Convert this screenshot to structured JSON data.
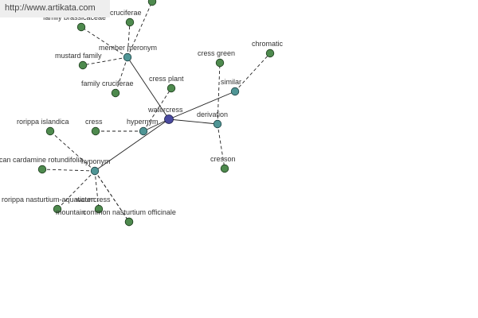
{
  "header": {
    "watermark": "http://www.artikata.com"
  },
  "graph": {
    "center": {
      "id": "watercress",
      "label": "watercress"
    },
    "relations": [
      {
        "id": "member_meronym",
        "label": "member meronym"
      },
      {
        "id": "hypernym",
        "label": "hypernym"
      },
      {
        "id": "hyponym",
        "label": "hyponym"
      },
      {
        "id": "derivation",
        "label": "derivation"
      },
      {
        "id": "similar",
        "label": "similar"
      }
    ],
    "leaves": [
      {
        "id": "cruciferae",
        "label": "cruciferae"
      },
      {
        "id": "family_brassicaceae",
        "label": "family brassicaceae"
      },
      {
        "id": "mustard_family",
        "label": "mustard family"
      },
      {
        "id": "family_cruciferae",
        "label": "family cruciferae"
      },
      {
        "id": "top_node",
        "label": ""
      },
      {
        "id": "cress_plant",
        "label": "cress plant"
      },
      {
        "id": "cress",
        "label": "cress"
      },
      {
        "id": "rorippa_islandica",
        "label": "rorippa islandica"
      },
      {
        "id": "cardamine_rotundifolia",
        "label": "can cardamine rotundifolia"
      },
      {
        "id": "rorippa_nasturtium",
        "label": "rorippa nasturtium-aquaticum"
      },
      {
        "id": "watercress_leaf",
        "label": "watercress"
      },
      {
        "id": "mountain",
        "label": "mountain"
      },
      {
        "id": "common_nasturtium",
        "label": "common nasturtium officinale"
      },
      {
        "id": "cress_green",
        "label": "cress green"
      },
      {
        "id": "cresson",
        "label": "cresson"
      },
      {
        "id": "chromatic",
        "label": "chromatic"
      }
    ],
    "edges": [
      {
        "from": "watercress",
        "to": "member_meronym",
        "style": "solid"
      },
      {
        "from": "watercress",
        "to": "hypernym",
        "style": "solid"
      },
      {
        "from": "watercress",
        "to": "hyponym",
        "style": "solid"
      },
      {
        "from": "watercress",
        "to": "derivation",
        "style": "solid"
      },
      {
        "from": "watercress",
        "to": "similar",
        "style": "solid"
      },
      {
        "from": "member_meronym",
        "to": "cruciferae",
        "style": "dashed"
      },
      {
        "from": "member_meronym",
        "to": "family_brassicaceae",
        "style": "dashed"
      },
      {
        "from": "member_meronym",
        "to": "mustard_family",
        "style": "dashed"
      },
      {
        "from": "member_meronym",
        "to": "family_cruciferae",
        "style": "dashed"
      },
      {
        "from": "member_meronym",
        "to": "top_node",
        "style": "dashed"
      },
      {
        "from": "hypernym",
        "to": "cress_plant",
        "style": "dashed"
      },
      {
        "from": "hypernym",
        "to": "cress",
        "style": "dashed"
      },
      {
        "from": "hyponym",
        "to": "rorippa_islandica",
        "style": "dashed"
      },
      {
        "from": "hyponym",
        "to": "cardamine_rotundifolia",
        "style": "dashed"
      },
      {
        "from": "hyponym",
        "to": "rorippa_nasturtium",
        "style": "dashed"
      },
      {
        "from": "hyponym",
        "to": "watercress_leaf",
        "style": "dashed"
      },
      {
        "from": "hyponym",
        "to": "mountain",
        "style": "dashed"
      },
      {
        "from": "hyponym",
        "to": "common_nasturtium",
        "style": "dashed"
      },
      {
        "from": "derivation",
        "to": "cress_green",
        "style": "dashed"
      },
      {
        "from": "derivation",
        "to": "cresson",
        "style": "dashed"
      },
      {
        "from": "similar",
        "to": "chromatic",
        "style": "dashed"
      }
    ]
  },
  "colors": {
    "center_node": "#4a4aa0",
    "relation_node": "#4f9595",
    "leaf_node": "#4e8a4e",
    "edge": "#222222",
    "watermark_bg": "#eeeeee"
  }
}
